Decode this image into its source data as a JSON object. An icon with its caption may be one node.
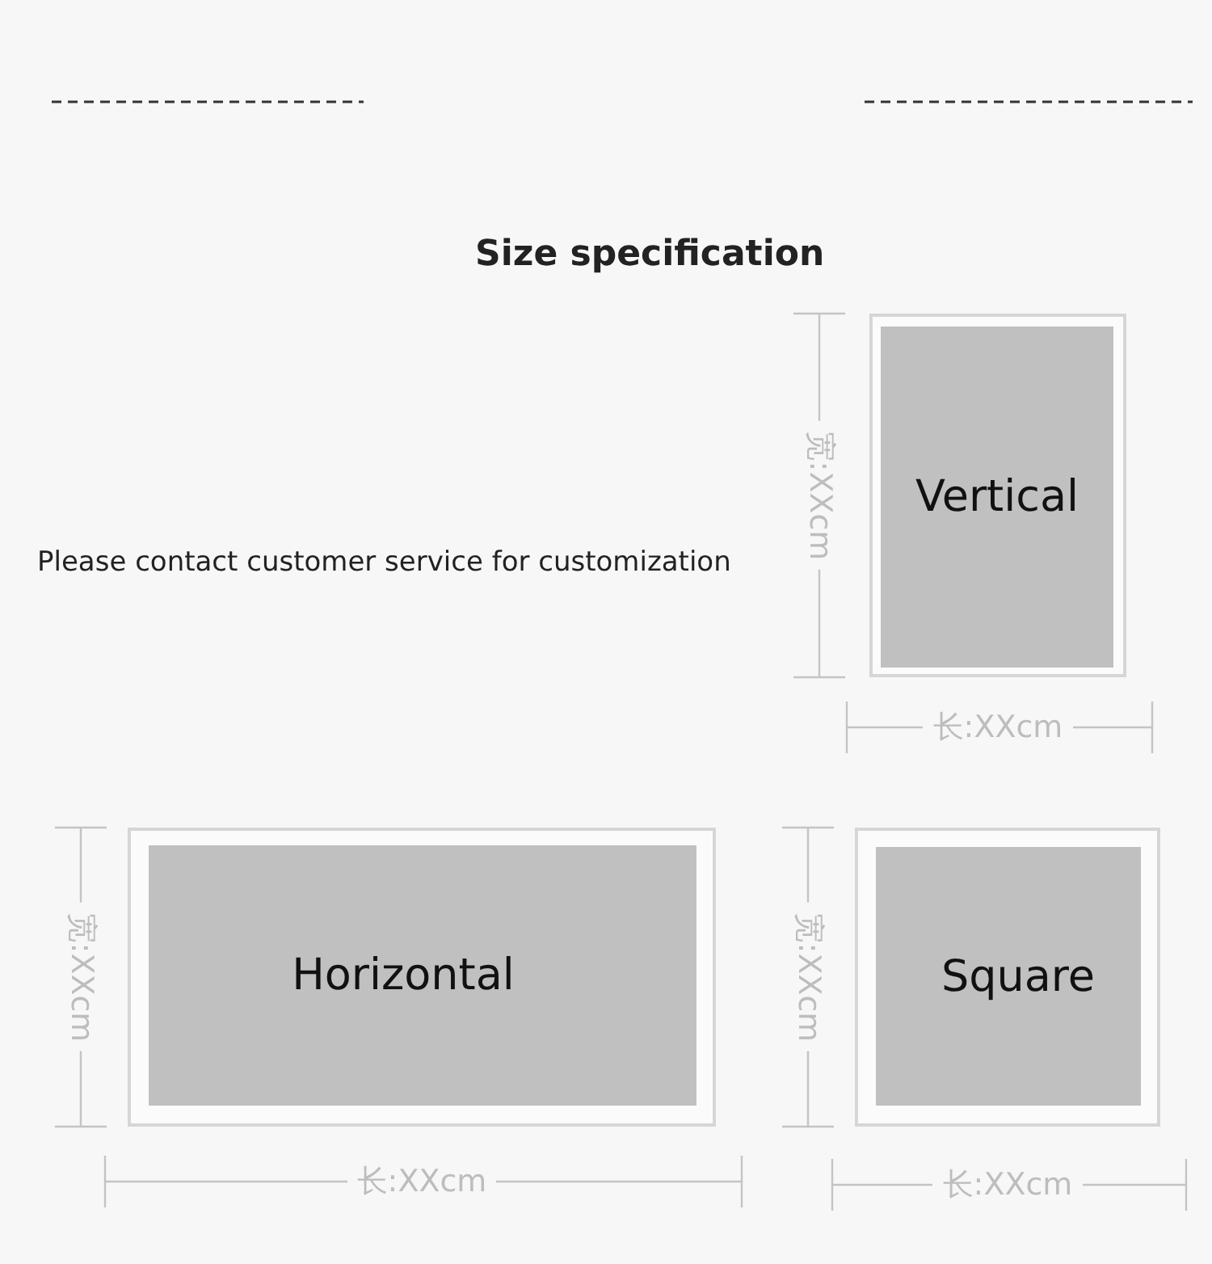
{
  "diagram": {
    "title": "Size specification",
    "nodes": [
      {
        "text": [
          "Vertical"
        ]
      },
      {
        "text": [
          "Horizontal"
        ]
      },
      {
        "text": [
          "Square"
        ]
      }
    ],
    "labels": [
      "Please contact customer service for customization",
      "宽:XXcm",
      "长:XXcm",
      "宽:XXcm",
      "长:XXcm",
      "宽:XXcm",
      "长:XXcm"
    ]
  }
}
